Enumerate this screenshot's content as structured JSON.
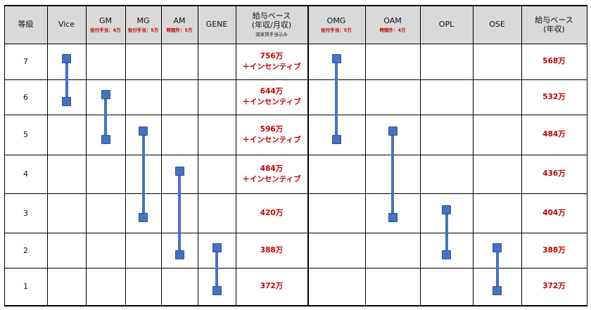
{
  "header": {
    "grade": "等級",
    "salary_base": "給与ベース",
    "salary_base_sub": "(年収/月収)",
    "salary_base_note": "諸家賃手当込み",
    "salary_base_right": "給与ベース",
    "salary_base_right_sub": "(年収)",
    "cols_left": [
      {
        "label": "Vice",
        "note": ""
      },
      {
        "label": "GM",
        "note": "役付手当：6万"
      },
      {
        "label": "MG",
        "note": "役付手当：5万"
      },
      {
        "label": "AM",
        "note": "時間外：5万"
      },
      {
        "label": "GENE",
        "note": ""
      }
    ],
    "cols_right": [
      {
        "label": "OMG",
        "note": "役付手当：5万"
      },
      {
        "label": "OAM",
        "note": "時間外：4万"
      },
      {
        "label": "OPL",
        "note": ""
      },
      {
        "label": "OSE",
        "note": ""
      }
    ]
  },
  "rows": [
    {
      "grade": "7",
      "salary_left": [
        "756万",
        "＋インセンティブ"
      ],
      "salary_right": "568万"
    },
    {
      "grade": "6",
      "salary_left": [
        "644万",
        "＋インセンティブ"
      ],
      "salary_right": "532万"
    },
    {
      "grade": "5",
      "salary_left": [
        "596万",
        "＋インセンティブ"
      ],
      "salary_right": "484万"
    },
    {
      "grade": "4",
      "salary_left": [
        "484万",
        "＋インセンティブ"
      ],
      "salary_right": "436万"
    },
    {
      "grade": "3",
      "salary_left": [
        "420万"
      ],
      "salary_right": "404万"
    },
    {
      "grade": "2",
      "salary_left": [
        "388万"
      ],
      "salary_right": "388万"
    },
    {
      "grade": "1",
      "salary_left": [
        "372万"
      ],
      "salary_right": "372万"
    }
  ],
  "grade_ranges": [
    {
      "position": "Vice",
      "from": 6,
      "to": 7
    },
    {
      "position": "GM",
      "from": 5,
      "to": 6
    },
    {
      "position": "MG",
      "from": 3,
      "to": 5
    },
    {
      "position": "AM",
      "from": 2,
      "to": 4
    },
    {
      "position": "GENE",
      "from": 1,
      "to": 2
    },
    {
      "position": "OMG",
      "from": 5,
      "to": 7
    },
    {
      "position": "OAM",
      "from": 3,
      "to": 5
    },
    {
      "position": "OPL",
      "from": 2,
      "to": 3
    },
    {
      "position": "OSE",
      "from": 1,
      "to": 2
    }
  ],
  "colors": {
    "range_marker": "#4472c4",
    "salary_text": "#c00000",
    "header_bg": "#d9d9d9"
  }
}
